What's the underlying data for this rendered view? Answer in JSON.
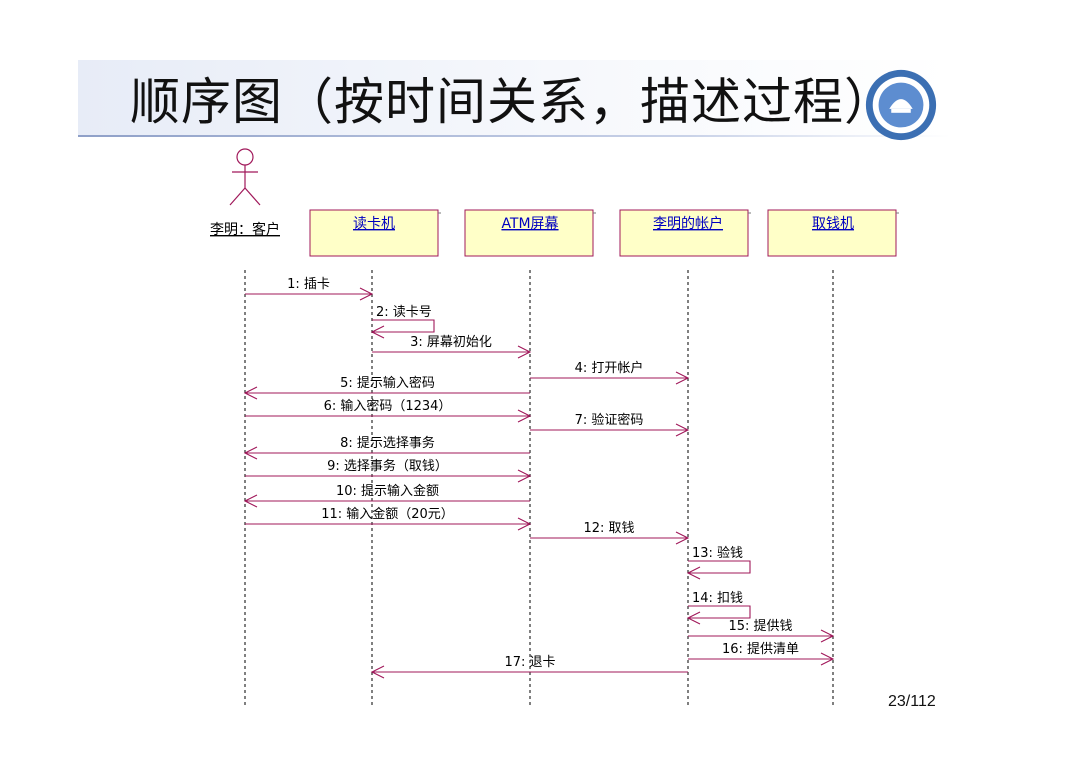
{
  "title": "顺序图（按时间关系，描述过程）",
  "page_number": "23/112",
  "actor": "李明：客户",
  "objects": [
    "读卡机",
    "ATM屏幕",
    "李明的帐户",
    "取钱机"
  ],
  "messages": [
    {
      "label": "1: 插卡",
      "from": 0,
      "to": 1
    },
    {
      "label": "2: 读卡号",
      "from": 1,
      "to": 1
    },
    {
      "label": "3: 屏幕初始化",
      "from": 1,
      "to": 2
    },
    {
      "label": "4: 打开帐户",
      "from": 2,
      "to": 3
    },
    {
      "label": "5: 提示输入密码",
      "from": 2,
      "to": 0
    },
    {
      "label": "6: 输入密码（1234）",
      "from": 0,
      "to": 2
    },
    {
      "label": "7: 验证密码",
      "from": 2,
      "to": 3
    },
    {
      "label": "8: 提示选择事务",
      "from": 2,
      "to": 0
    },
    {
      "label": "9: 选择事务（取钱）",
      "from": 0,
      "to": 2
    },
    {
      "label": "10: 提示输入金额",
      "from": 2,
      "to": 0
    },
    {
      "label": "11: 输入金额（20元）",
      "from": 0,
      "to": 2
    },
    {
      "label": "12: 取钱",
      "from": 2,
      "to": 3
    },
    {
      "label": "13: 验钱",
      "from": 3,
      "to": 3
    },
    {
      "label": "14: 扣钱",
      "from": 3,
      "to": 3
    },
    {
      "label": "15: 提供钱",
      "from": 3,
      "to": 4
    },
    {
      "label": "16: 提供清单",
      "from": 3,
      "to": 4
    },
    {
      "label": "17: 退卡",
      "from": 3,
      "to": 1
    }
  ],
  "colors": {
    "message": "#a0185a",
    "object_fill": "#ffffc8",
    "object_border": "#a0185a",
    "object_text": "#0000c0",
    "actor": "#a0185a"
  }
}
